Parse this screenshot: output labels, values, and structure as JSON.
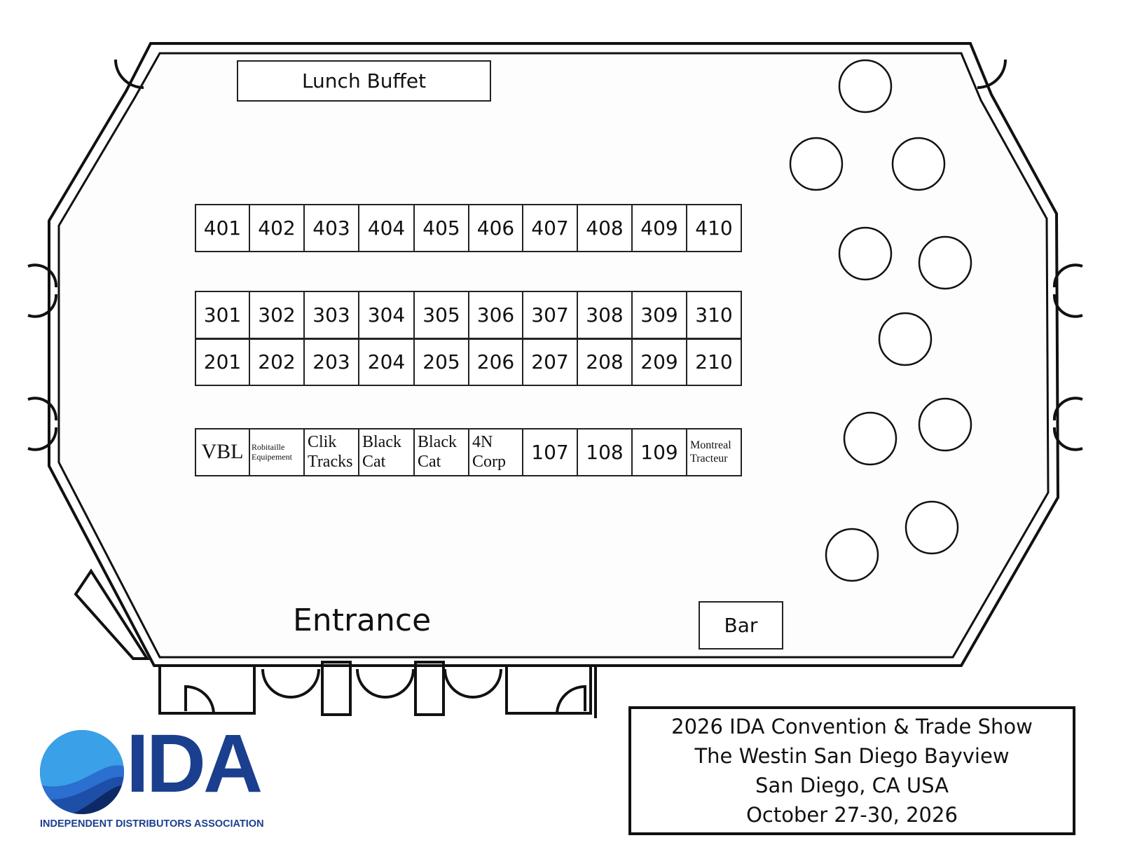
{
  "lunch_buffet": "Lunch Buffet",
  "entrance": "Entrance",
  "bar": "Bar",
  "rows": {
    "row400": [
      "401",
      "402",
      "403",
      "404",
      "405",
      "406",
      "407",
      "408",
      "409",
      "410"
    ],
    "row300": [
      "301",
      "302",
      "303",
      "304",
      "305",
      "306",
      "307",
      "308",
      "309",
      "310"
    ],
    "row200": [
      "201",
      "202",
      "203",
      "204",
      "205",
      "206",
      "207",
      "208",
      "209",
      "210"
    ],
    "row100": [
      "VBL",
      "Robitaille Equipement",
      "Clik Tracks",
      "Black Cat",
      "Black Cat",
      "4N Corp",
      "107",
      "108",
      "109",
      "Montreal Tracteur"
    ]
  },
  "info": {
    "line1": "2026 IDA Convention & Trade Show",
    "line2": "The Westin San Diego Bayview",
    "line3": "San Diego, CA USA",
    "line4": "October 27-30, 2026"
  },
  "logo": {
    "text": "IDA",
    "subtitle": "INDEPENDENT DISTRIBUTORS ASSOCIATION",
    "colors": {
      "primary": "#1b3f8f",
      "light": "#3aa0e8"
    }
  }
}
